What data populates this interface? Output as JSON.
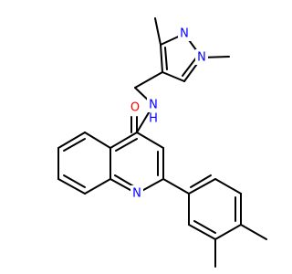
{
  "diagram": {
    "type": "skeletal-structure",
    "colors": {
      "bond": "#000000",
      "O": "#ff0000",
      "N": "#0000ff",
      "background": "#ffffff"
    },
    "atoms": [
      {
        "id": "O1",
        "label": "O"
      },
      {
        "id": "N_amide",
        "label": "N"
      },
      {
        "id": "H_amide",
        "label": "H"
      },
      {
        "id": "N_pyr2",
        "label": "N"
      },
      {
        "id": "N_pyr1",
        "label": "N"
      },
      {
        "id": "N_quin",
        "label": "N"
      }
    ]
  }
}
